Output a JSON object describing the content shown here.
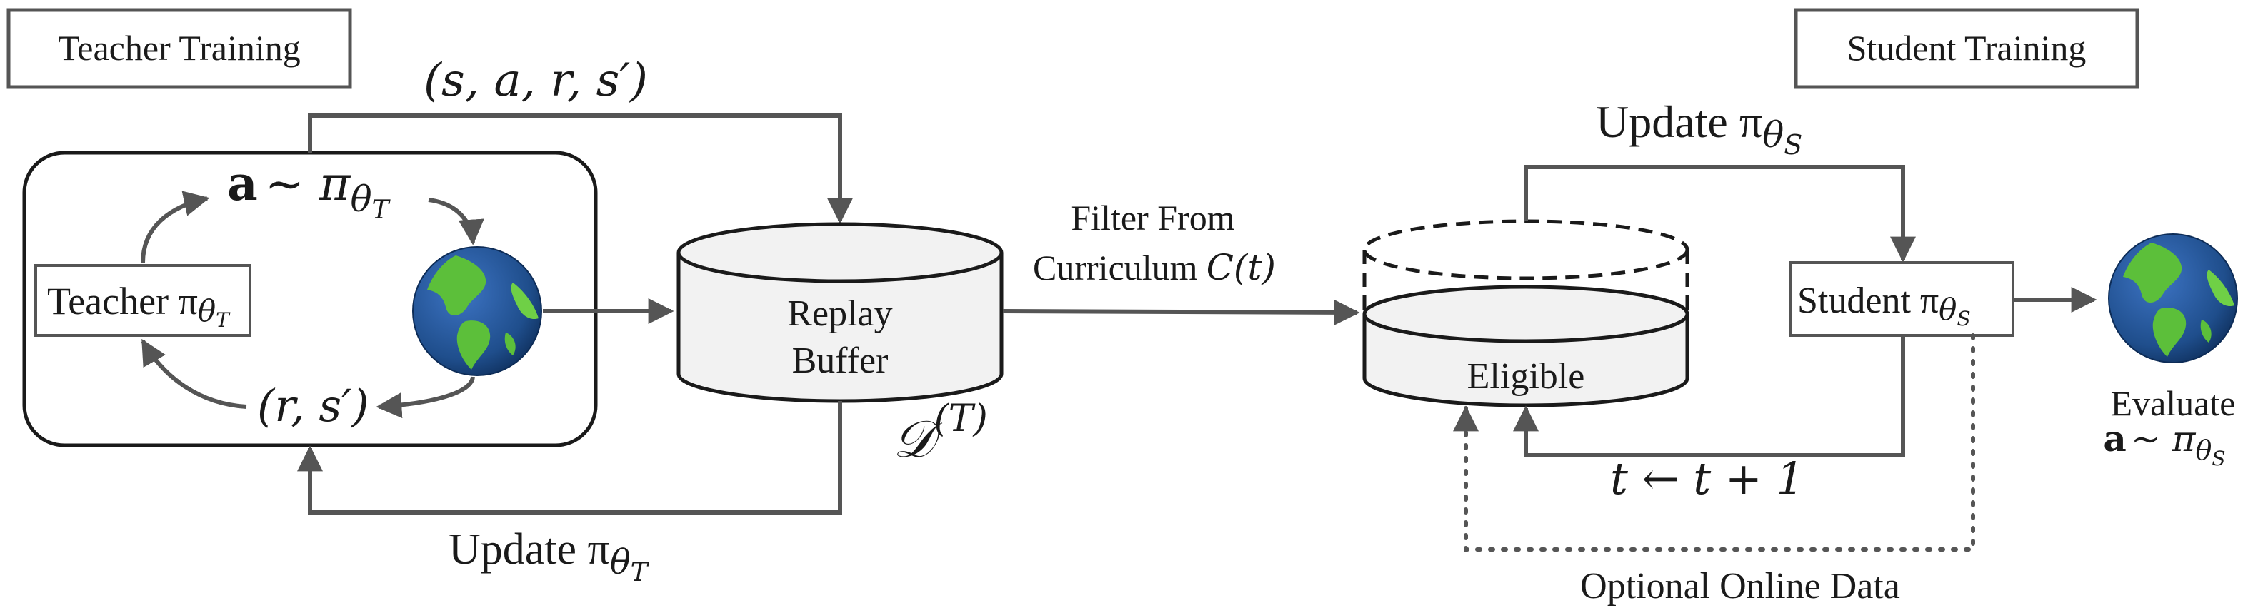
{
  "labels": {
    "teacher_training": "Teacher Training",
    "student_training": "Student Training",
    "tuple_top": "(s, a, r, s′)",
    "action_teacher_a": "a",
    "action_teacher_rest": "∼ π",
    "action_teacher_sub": "θ",
    "action_teacher_subsub": "T",
    "teacher_node": "Teacher π",
    "teacher_node_sub": "θ",
    "teacher_node_subsub": "T",
    "reward_state": "(r, s′)",
    "replay_line1": "Replay",
    "replay_line2": "Buffer",
    "dataset": "𝒟",
    "dataset_sup": "(T)",
    "update_teacher": "Update π",
    "update_teacher_sub": "θ",
    "update_teacher_subsub": "T",
    "filter_line1": "Filter From",
    "filter_line2": "Curriculum",
    "filter_ct": "C(t)",
    "eligible": "Eligible",
    "update_student": "Update π",
    "update_student_sub": "θ",
    "update_student_subsub": "S",
    "student_node": "Student π",
    "student_node_sub": "θ",
    "student_node_subsub": "S",
    "time_update": "t ← t + 1",
    "optional_online": "Optional Online Data",
    "evaluate_line1": "Evaluate",
    "evaluate_a": "a",
    "evaluate_rest": "∼ π",
    "evaluate_sub": "θ",
    "evaluate_subsub": "S"
  },
  "colors": {
    "stroke": "#555555",
    "text": "#1a1a1a",
    "cylinder_fill": "#f2f2f2",
    "ocean": "#1f4e8c",
    "land": "#5cbf3a"
  },
  "icons": [
    "earth-globe-icon",
    "earth-globe-icon"
  ]
}
